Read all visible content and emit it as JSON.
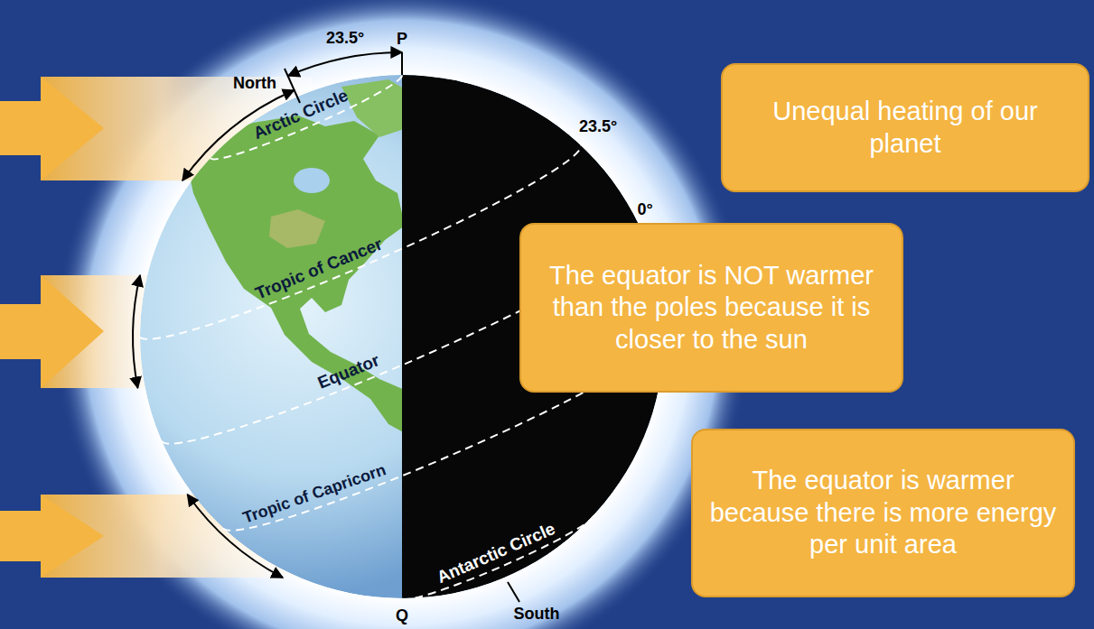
{
  "diagram": {
    "nodes": [
      {
        "text": [
          "Unequal heating of our planet"
        ]
      },
      {
        "text": [
          "The equator is NOT warmer than the poles because it is closer to the sun"
        ]
      },
      {
        "text": [
          "The equator is warmer because there is more energy per unit area"
        ]
      }
    ],
    "labels": [
      "North",
      "23.5°",
      "P",
      "Arctic Circle",
      "23.5°",
      "Tropic of Cancer",
      "0°",
      "Equator",
      "Tropic of Capricorn",
      "Antarctic Circle",
      "Q",
      "South"
    ]
  }
}
